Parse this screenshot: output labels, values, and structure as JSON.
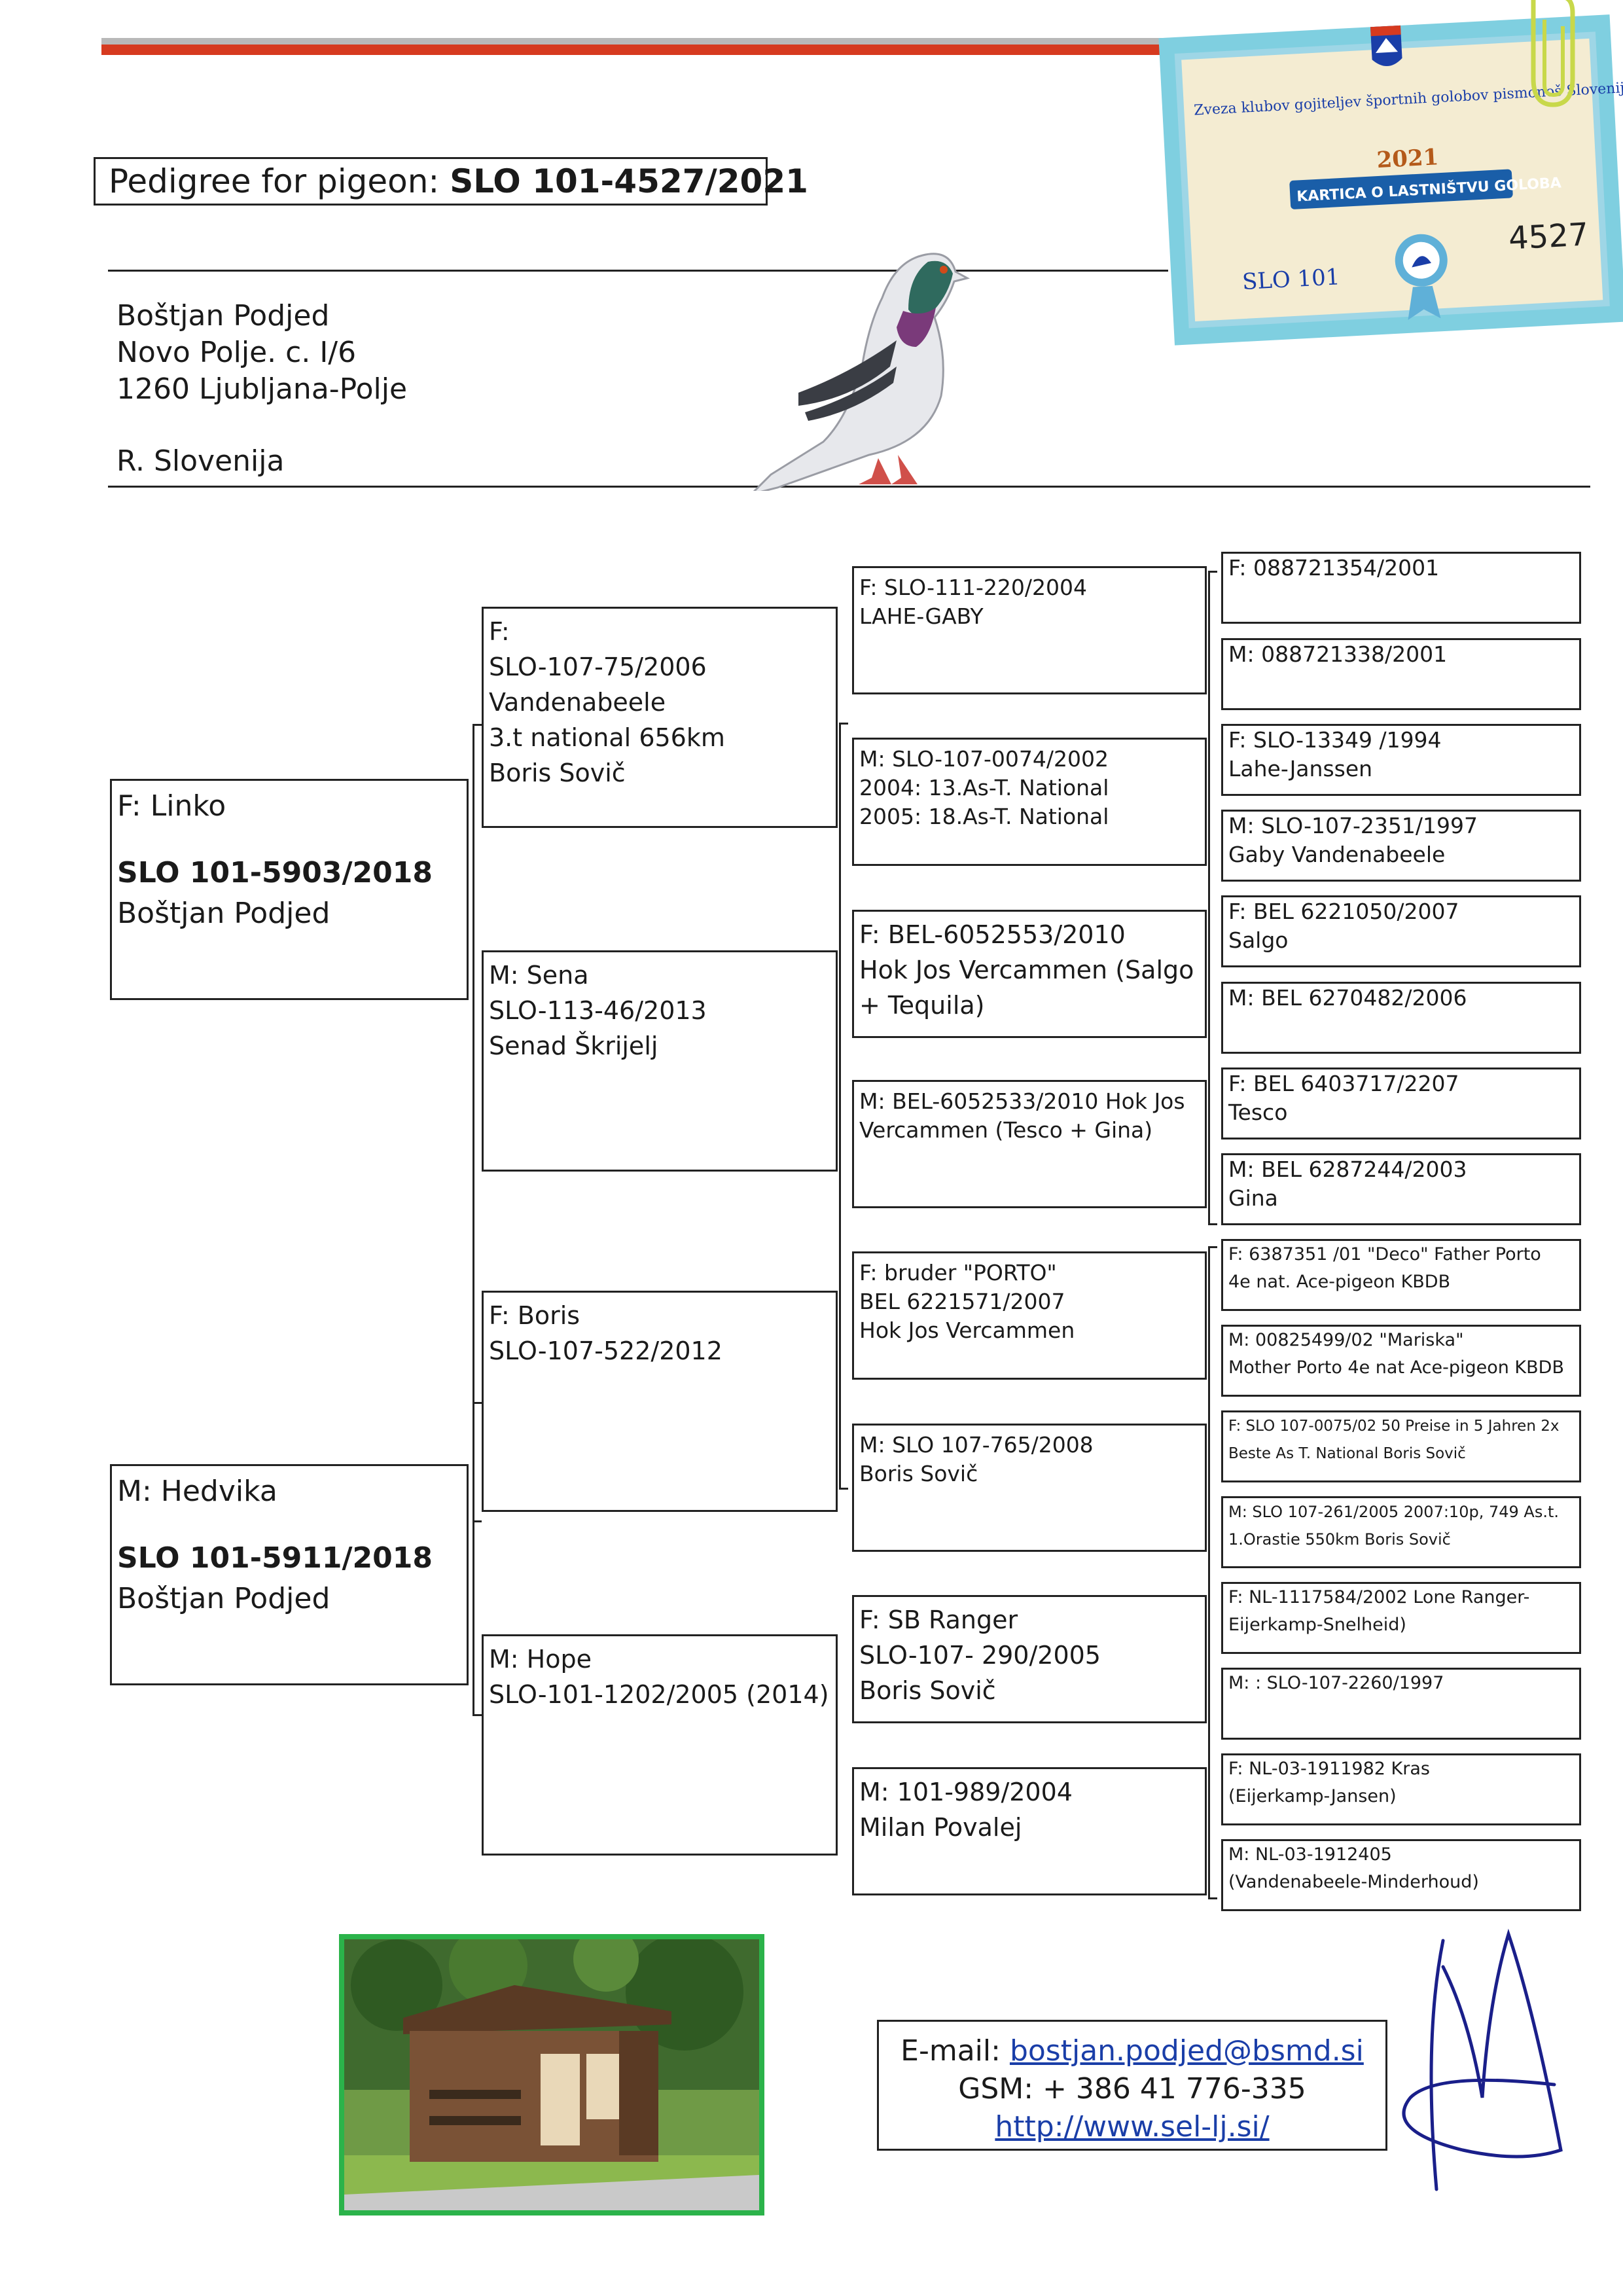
{
  "header": {
    "title_prefix": "Pedigree for pigeon:",
    "title_ring": "SLO 101-4527/2021"
  },
  "owner": {
    "name": "Boštjan Podjed",
    "street": "Novo Polje. c. I/6",
    "city": "1260 Ljubljana-Polje",
    "country": "R. Slovenija"
  },
  "card": {
    "org": "Zveza klubov gojiteljev športnih golobov pismonoš Slovenije",
    "year": "2021",
    "banner": "KARTICA O LASTNIŠTVU GOLOBA",
    "number": "4527",
    "prefix": "SLO 101"
  },
  "pedigree": {
    "gen1": [
      {
        "lines": [
          "F: Linko"
        ],
        "ring": "SLO 101-5903/2018",
        "owner": "Boštjan Podjed"
      },
      {
        "lines": [
          "M: Hedvika"
        ],
        "ring": "SLO 101-5911/2018",
        "owner": "Boštjan Podjed"
      }
    ],
    "gen2": [
      {
        "lines": [
          "F:",
          "SLO-107-75/2006",
          "Vandenabeele",
          "3.t national 656km",
          "Boris Sovič"
        ]
      },
      {
        "lines": [
          "M: Sena",
          "SLO-113-46/2013",
          "Senad Škrijelj"
        ]
      },
      {
        "lines": [
          "F: Boris",
          "SLO-107-522/2012"
        ]
      },
      {
        "lines": [
          "M: Hope",
          "SLO-101-1202/2005 (2014)"
        ]
      }
    ],
    "gen3": [
      {
        "lines": [
          "F: SLO-111-220/2004",
          "LAHE-GABY"
        ]
      },
      {
        "lines": [
          "M: SLO-107-0074/2002",
          "2004: 13.As-T. National",
          "2005: 18.As-T. National"
        ]
      },
      {
        "lines": [
          "F: BEL-6052553/2010",
          "Hok Jos Vercammen (Salgo",
          "+ Tequila)"
        ]
      },
      {
        "lines": [
          "M: BEL-6052533/2010 Hok Jos",
          "Vercammen (Tesco + Gina)"
        ]
      },
      {
        "lines": [
          "F: bruder \"PORTO\"",
          "BEL 6221571/2007",
          "Hok Jos Vercammen"
        ]
      },
      {
        "lines": [
          "M: SLO 107-765/2008",
          "Boris Sovič"
        ]
      },
      {
        "lines": [
          "F: SB Ranger",
          "SLO-107- 290/2005",
          "Boris Sovič"
        ]
      },
      {
        "lines": [
          "M: 101-989/2004",
          "Milan Povalej"
        ]
      }
    ],
    "gen4": [
      {
        "lines": [
          "F: 088721354/2001"
        ]
      },
      {
        "lines": [
          "M: 088721338/2001"
        ]
      },
      {
        "lines": [
          "F: SLO-13349 /1994",
          "Lahe-Janssen"
        ]
      },
      {
        "lines": [
          "M: SLO-107-2351/1997",
          "Gaby Vandenabeele"
        ]
      },
      {
        "lines": [
          "F: BEL 6221050/2007",
          "Salgo"
        ]
      },
      {
        "lines": [
          "M: BEL 6270482/2006"
        ]
      },
      {
        "lines": [
          "F: BEL 6403717/2207",
          "Tesco"
        ]
      },
      {
        "lines": [
          "M: BEL 6287244/2003",
          "Gina"
        ]
      },
      {
        "lines": [
          "F: 6387351 /01 \"Deco\" Father Porto",
          "4e nat. Ace-pigeon KBDB"
        ]
      },
      {
        "lines": [
          "M: 00825499/02 \"Mariska\"",
          "Mother Porto 4e nat Ace-pigeon KBDB"
        ]
      },
      {
        "lines": [
          "F: SLO 107-0075/02 50 Preise in 5 Jahren 2x",
          "Beste As T. National Boris Sovič"
        ]
      },
      {
        "lines": [
          "M: SLO 107-261/2005 2007:10p, 749 As.t.",
          "1.Orastie 550km Boris Sovič"
        ]
      },
      {
        "lines": [
          "F: NL-1117584/2002 Lone Ranger-",
          "Eijerkamp-Snelheid)"
        ]
      },
      {
        "lines": [
          "M: : SLO-107-2260/1997"
        ]
      },
      {
        "lines": [
          "F: NL-03-1911982 Kras",
          "(Eijerkamp-Jansen)"
        ]
      },
      {
        "lines": [
          "M: NL-03-1912405",
          "(Vandenabeele-Minderhoud)"
        ]
      }
    ]
  },
  "contact": {
    "email_label": "E-mail:",
    "email": "bostjan.podjed@bsmd.si",
    "gsm": "GSM: + 386 41 776-335",
    "url": "http://www.sel-lj.si/"
  }
}
